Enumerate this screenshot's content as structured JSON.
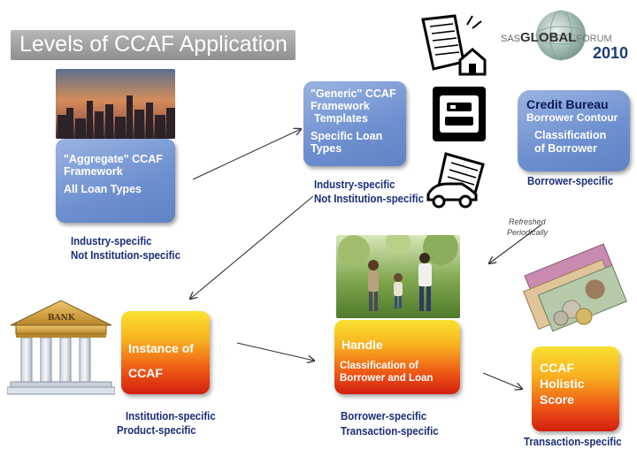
{
  "slide": {
    "title": "Levels of CCAF Application",
    "logo": {
      "sas": "SAS",
      "global": "GLOBAL",
      "forum": "FORUM",
      "year": "2010"
    }
  },
  "boxes": {
    "aggregate": {
      "line1": "\"Aggregate\" CCAF",
      "line2": "Framework",
      "line3": "All Loan Types"
    },
    "generic": {
      "line1": "\"Generic\" CCAF",
      "line2": "Framework",
      "line3": "Templates",
      "line4": "Specific Loan",
      "line5": "Types"
    },
    "credit_bureau": {
      "line1": "Credit Bureau",
      "line2": "Borrower Contour",
      "line3": "Classification",
      "line4": "of Borrower"
    },
    "instance": {
      "line1": "Instance of",
      "line2": "CCAF"
    },
    "handle": {
      "line1": "Handle",
      "line2": "Classification of",
      "line3": "Borrower and Loan"
    },
    "holistic": {
      "line1": "CCAF",
      "line2": "Holistic",
      "line3": "Score"
    }
  },
  "labels": {
    "aggregate": {
      "line1": "Industry-specific",
      "line2": "Not Institution-specific"
    },
    "generic": {
      "line1": "Industry-specific",
      "line2": "Not Institution-specific"
    },
    "credit_bureau": {
      "line1": "Borrower-specific"
    },
    "refreshed": {
      "line1": "Refreshed",
      "line2": "Periodically"
    },
    "instance": {
      "line1": "Institution-specific",
      "line2": "Product-specific"
    },
    "handle": {
      "line1": "Borrower-specific",
      "line2": "Transaction-specific"
    },
    "holistic": {
      "line1": "Transaction-specific"
    }
  },
  "bank_sign": "BANK",
  "colors": {
    "blue_box": "#6d8fd0",
    "label_navy": "#1b2e78",
    "title_bar": "#a3a3a3"
  }
}
